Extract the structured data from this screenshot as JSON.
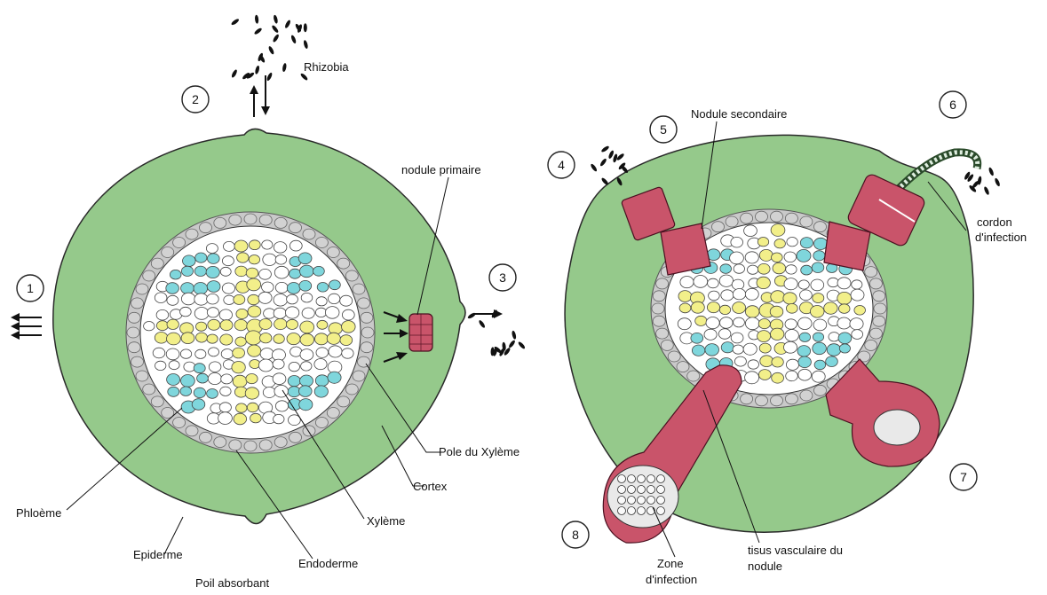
{
  "labels": {
    "rhizobia": "Rhizobia",
    "nodule_primaire": "nodule primaire",
    "nodule_secondaire": "Nodule secondaire",
    "cordon_line1": "cordon",
    "cordon_line2": "d'infection",
    "pole_xyleme": "Pole du Xylème",
    "cortex": "Cortex",
    "phloeme": "Phloème",
    "xyleme": "Xylème",
    "epiderme": "Epiderme",
    "endoderme": "Endoderme",
    "poil_absorbant": "Poil absorbant",
    "tissu_line1": "tisus vasculaire du",
    "tissu_line2": "nodule",
    "zone_line1": "Zone",
    "zone_line2": "d'infection"
  },
  "steps": [
    "1",
    "2",
    "3",
    "4",
    "5",
    "6",
    "7",
    "8"
  ],
  "colors": {
    "cortex": "#95c98b",
    "endoderm": "#c9c9c9",
    "xylem": "#f2ef8a",
    "phloem": "#7fd6dc",
    "nodule": "#c9546a"
  }
}
